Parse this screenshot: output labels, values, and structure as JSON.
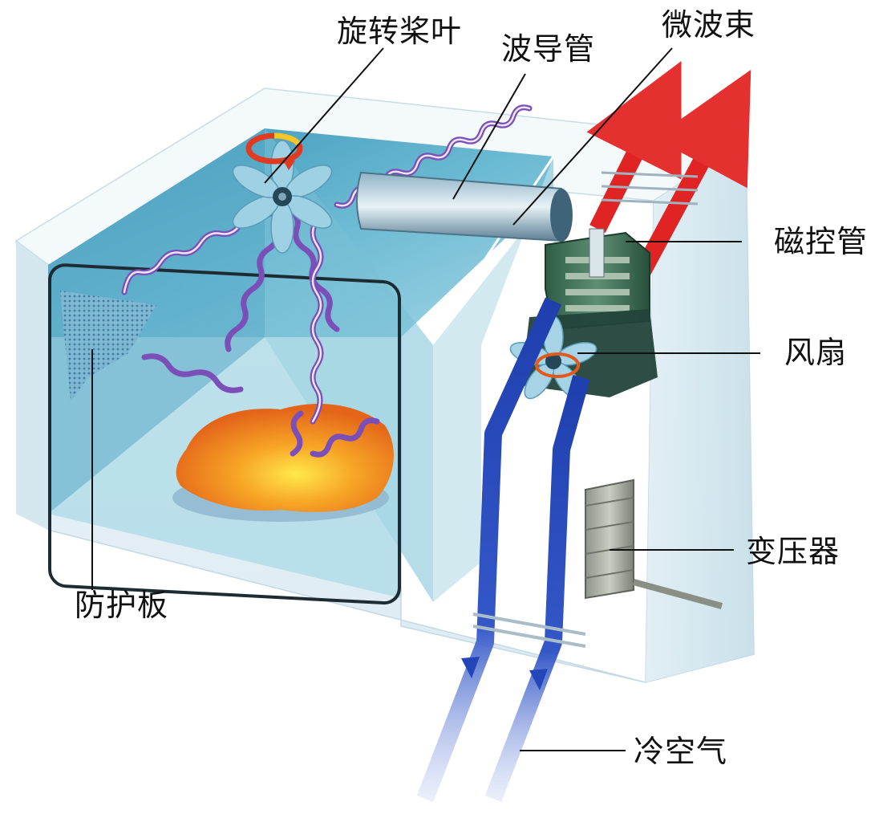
{
  "labels": {
    "rotating_paddle": "旋转桨叶",
    "waveguide": "波导管",
    "microwave_beam": "微波束",
    "magnetron": "磁控管",
    "fan": "风扇",
    "transformer": "变压器",
    "shield_plate": "防护板",
    "cold_air": "冷空气"
  },
  "colors": {
    "cavity": "#5fb0cc",
    "housing": "#e6f1f6",
    "air_in": "#2346b8",
    "air_out": "#e02424",
    "food": "#f08a1c",
    "wave": "#8a5cc0"
  }
}
